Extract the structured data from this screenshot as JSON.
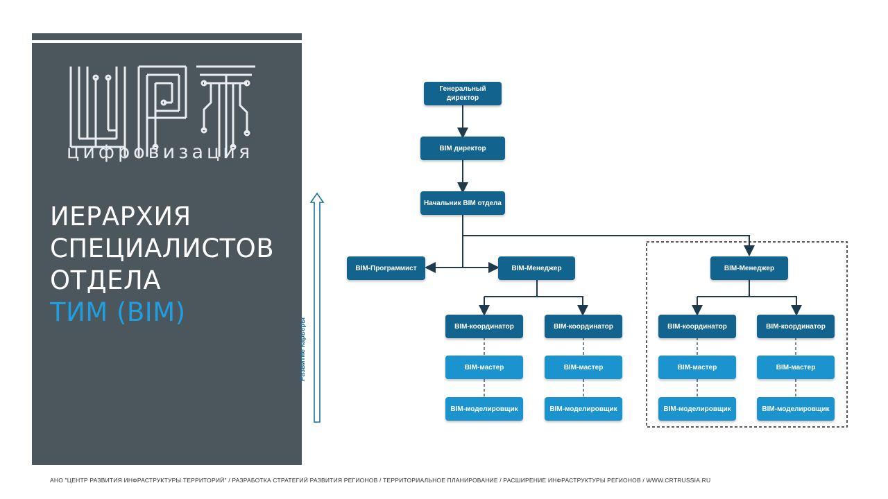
{
  "logo": {
    "subtitle": "цифровизация"
  },
  "title": {
    "line1": "ИЕРАРХИЯ",
    "line2": "СПЕЦИАЛИСТОВ",
    "line3": "ОТДЕЛА",
    "line4": "ТИМ (BIM)"
  },
  "career_label": "Развитие карьеры",
  "org": {
    "director": "Генеральный директор",
    "bim_director": "BIM директор",
    "head": "Начальник BIM отдела",
    "programmer": "BIM-Программист",
    "manager_1": "BIM-Менеджер",
    "manager_2": "BIM-Менеджер",
    "coordinator": "BIM-координатор",
    "master": "BIM-мастер",
    "modeler": "BIM-моделировщик"
  },
  "footer": "АНО \"ЦЕНТР РАЗВИТИЯ ИНФРАСТРУКТУРЫ ТЕРРИТОРИЙ\"  /  РАЗРАБОТКА  СТРАТЕГИЙ РАЗВИТИЯ РЕГИОНОВ  /  ТЕРРИТОРИАЛЬНОЕ ПЛАНИРОВАНИЕ  /  РАСШИРЕНИЕ ИНФРАСТРУКТУРЫ РЕГИОНОВ  /  WWW.CRTRUSSIA.RU",
  "colors": {
    "panel": "#4b565d",
    "accent": "#1f9fe0",
    "node_dark": "#12648f",
    "node_light": "#1b93cf"
  }
}
